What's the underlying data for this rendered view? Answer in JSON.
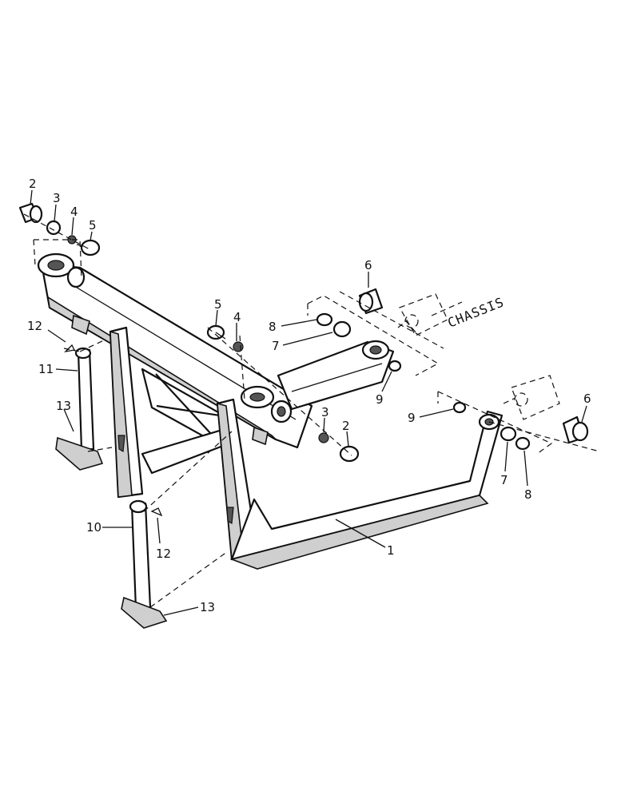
{
  "annotation": {
    "chassis": "CHASSIS"
  },
  "callouts": {
    "c2a": "2",
    "c3a": "3",
    "c4a": "4",
    "c5a": "5",
    "c12a": "12",
    "c11": "11",
    "c13a": "13",
    "c5b": "5",
    "c4b": "4",
    "c6a": "6",
    "c8a": "8",
    "c7a": "7",
    "c9a": "9",
    "c3b": "3",
    "c2b": "2",
    "c9b": "9",
    "c6b": "6",
    "c7b": "7",
    "c8b": "8",
    "c1": "1",
    "c10": "10",
    "c12b": "12",
    "c13b": "13"
  },
  "colors": {
    "line": "#111111",
    "background": "#ffffff",
    "shade": "#cfcfcf"
  }
}
